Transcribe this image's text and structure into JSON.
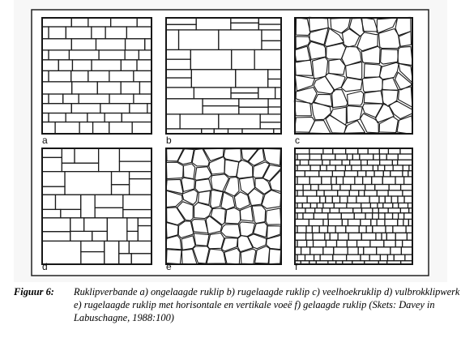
{
  "figure": {
    "panels": [
      {
        "id": "a",
        "label": "a"
      },
      {
        "id": "b",
        "label": "b"
      },
      {
        "id": "c",
        "label": "c"
      },
      {
        "id": "d",
        "label": "d"
      },
      {
        "id": "e",
        "label": "e"
      },
      {
        "id": "f",
        "label": "f"
      }
    ],
    "caption_label": "Figuur 6:",
    "caption_text": "Ruklipverbande a) ongelaagde ruklip b) rugelaagde ruklip c) veelhoekruklip d) vulbrokklipwerk e) rugelaagde ruklip met horisontale en vertikale voeë f) gelaagde ruklip (Skets: Davey in Labuschagne, 1988:100)"
  }
}
